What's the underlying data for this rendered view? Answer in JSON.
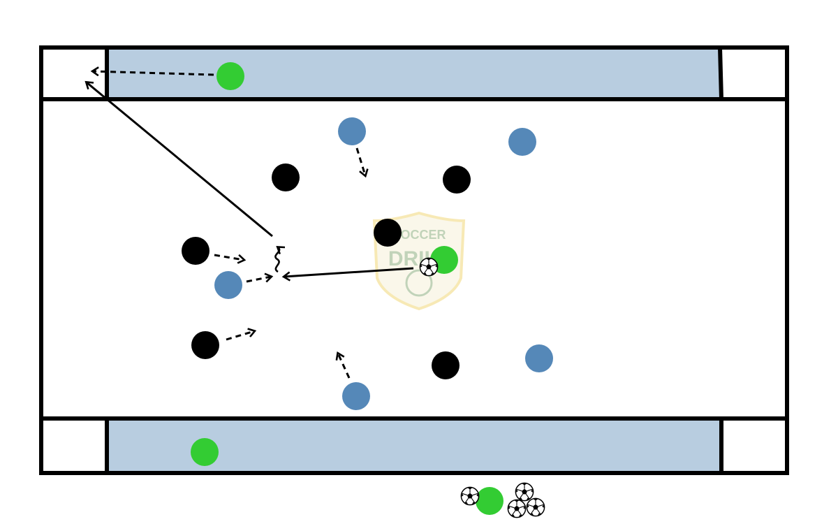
{
  "colors": {
    "field_line": "#000000",
    "zone_fill": "#b8cde0",
    "field_fill": "#ffffff",
    "defender": "#000000",
    "attacker": "#5588b8",
    "neutral": "#33cc33",
    "logo_gold": "#f2d87a",
    "logo_green": "#8fb080"
  },
  "logo": {
    "text_top": "SOCCER",
    "text_main": "DRILL"
  },
  "players": {
    "neutral": [
      "neutral-top-zone",
      "neutral-center",
      "neutral-bottom-zone",
      "neutral-outside"
    ],
    "attackers": [
      "attacker-top-left",
      "attacker-top-right",
      "attacker-left",
      "attacker-bottom",
      "attacker-bottom-right"
    ],
    "defenders": [
      "defender-top-left",
      "defender-top-right",
      "defender-center",
      "defender-left",
      "defender-bottom-left",
      "defender-bottom-center"
    ]
  },
  "ball_supply_count": 4,
  "movements": {
    "pass": [
      "pass-center-to-target",
      "pass-to-top-corner"
    ],
    "run": [
      "run-top-zone-player",
      "run-attacker-top",
      "run-defender-left",
      "run-attacker-left",
      "run-defender-bottom-left",
      "run-attacker-bottom"
    ],
    "dribble": [
      "dribble-curve"
    ]
  }
}
